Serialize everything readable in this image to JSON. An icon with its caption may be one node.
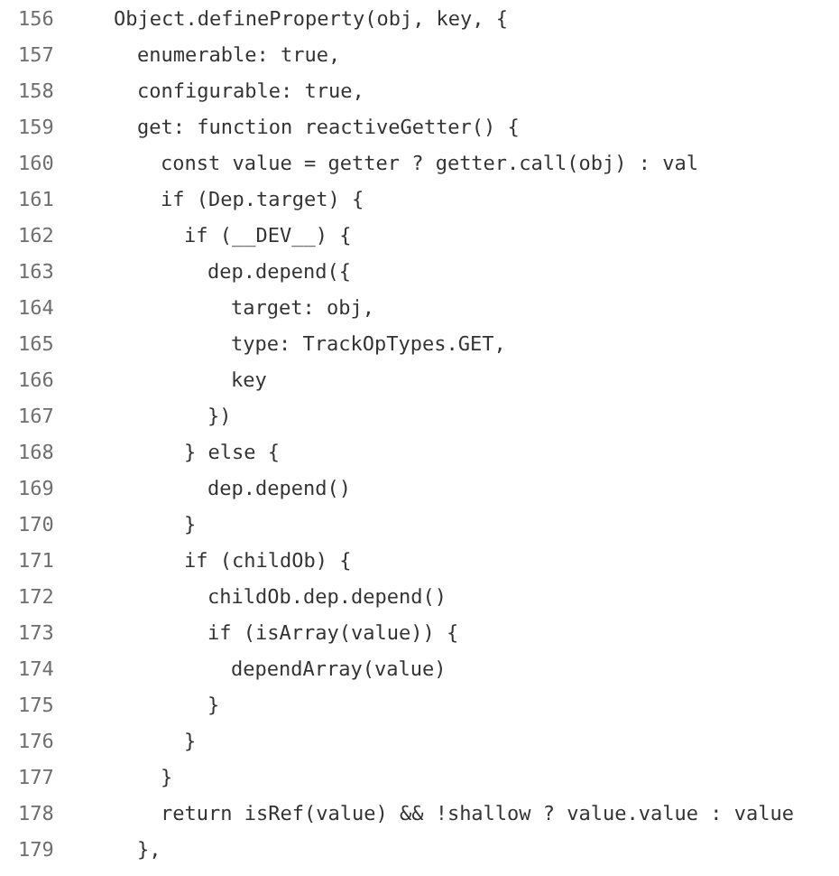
{
  "diagram": {
    "labels": [
      "156",
      "Object.defineProperty(obj, key, {",
      "157",
      "enumerable: true,",
      "158",
      "configurable: true,",
      "159",
      "get: function reactiveGetter() {",
      "160",
      "const value = getter ? getter.call(obj) : val",
      "161",
      "if (Dep.target) {",
      "162",
      "if (__DEV__) {",
      "163",
      "dep.depend({",
      "164",
      "target: obj,",
      "165",
      "type: TrackOpTypes.GET,",
      "166",
      "key",
      "167",
      "})",
      "168",
      "} else {",
      "169",
      "dep.depend()",
      "170",
      "}",
      "171",
      "if (childOb) {",
      "172",
      "childOb.dep.depend()",
      "173",
      "if (isArray(value)) {",
      "174",
      "dependArray(value)",
      "175",
      "}",
      "176",
      "}",
      "177",
      "}",
      "178",
      "return isRef(value) && !shallow ? value.value : value",
      "179",
      "},"
    ]
  }
}
